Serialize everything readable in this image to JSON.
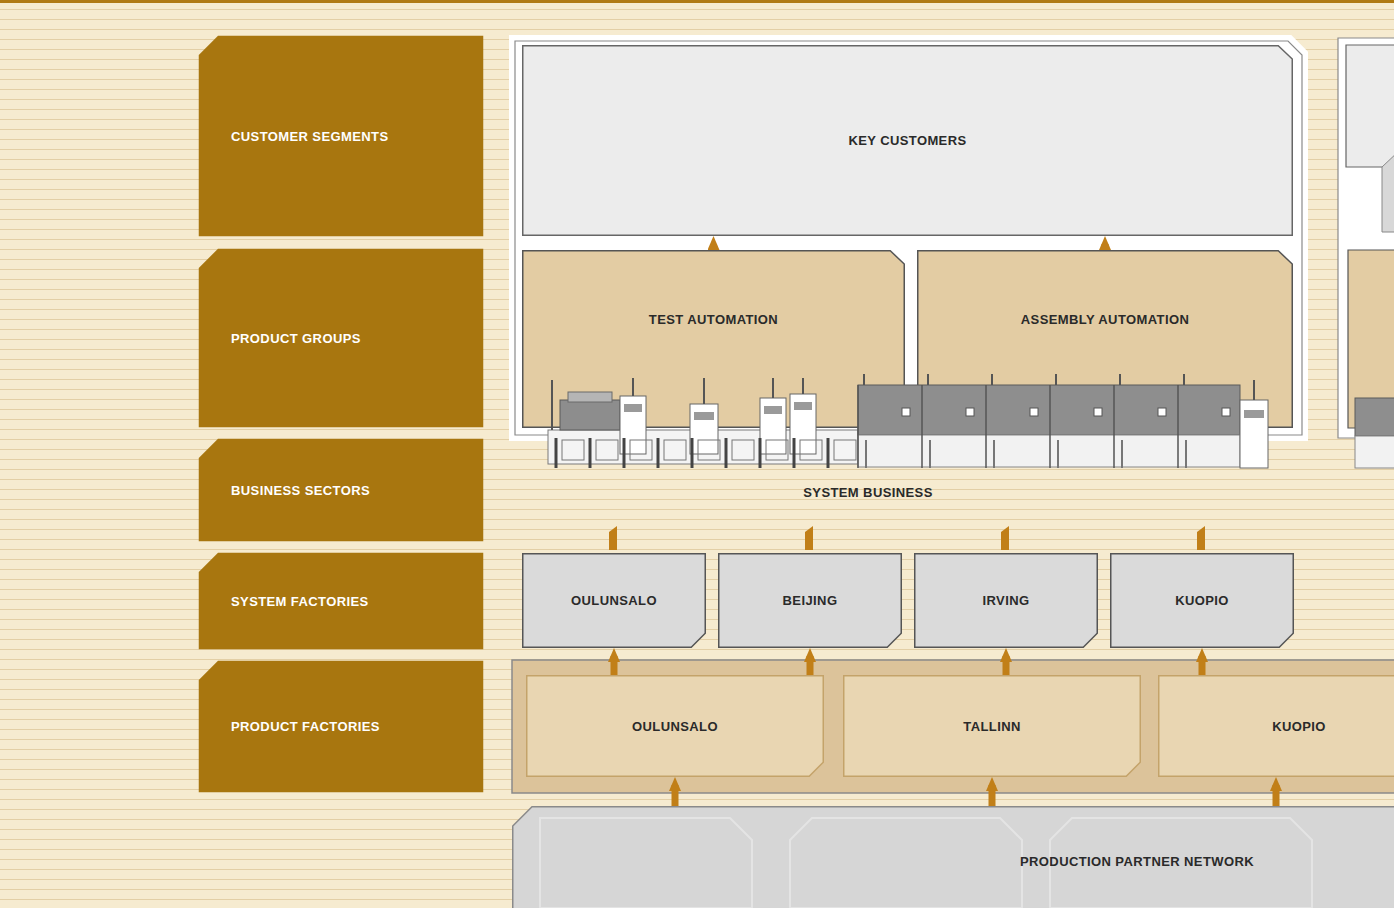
{
  "diagram": {
    "nodes": [
      {
        "text": [
          "CUSTOMER SEGMENTS"
        ]
      },
      {
        "text": [
          "KEY CUSTOMERS"
        ]
      },
      {
        "text": [
          "PRODUCT GROUPS"
        ]
      },
      {
        "text": [
          "TEST AUTOMATION"
        ]
      },
      {
        "text": [
          "ASSEMBLY AUTOMATION"
        ]
      },
      {
        "text": [
          "BUSINESS SECTORS"
        ]
      },
      {
        "text": [
          "SYSTEM FACTORIES"
        ]
      },
      {
        "text": [
          "OULUNSALO"
        ]
      },
      {
        "text": [
          "BEIJING"
        ]
      },
      {
        "text": [
          "IRVING"
        ]
      },
      {
        "text": [
          "KUOPIO"
        ]
      },
      {
        "text": [
          "PRODUCT FACTORIES"
        ]
      },
      {
        "text": [
          "OULUNSALO"
        ]
      },
      {
        "text": [
          "TALLINN"
        ]
      },
      {
        "text": [
          "KUOPIO"
        ]
      },
      {
        "text": [
          "PRODUCTION PARTNER NETWORK"
        ]
      }
    ],
    "edges": [
      {
        "from": 3,
        "to": 1,
        "arrow": "to"
      },
      {
        "from": 4,
        "to": 1,
        "arrow": "to"
      },
      {
        "from": 12,
        "to": 7,
        "arrow": "to"
      },
      {
        "from": 12,
        "to": 8,
        "arrow": "to"
      },
      {
        "from": 13,
        "to": 9,
        "arrow": "to"
      },
      {
        "from": 14,
        "to": 10,
        "arrow": "to"
      },
      {
        "from": 15,
        "to": 12,
        "arrow": "to"
      },
      {
        "from": 15,
        "to": 13,
        "arrow": "to"
      },
      {
        "from": 15,
        "to": 14,
        "arrow": "to"
      }
    ],
    "labels": [
      "SYSTEM BUSINESS"
    ]
  }
}
